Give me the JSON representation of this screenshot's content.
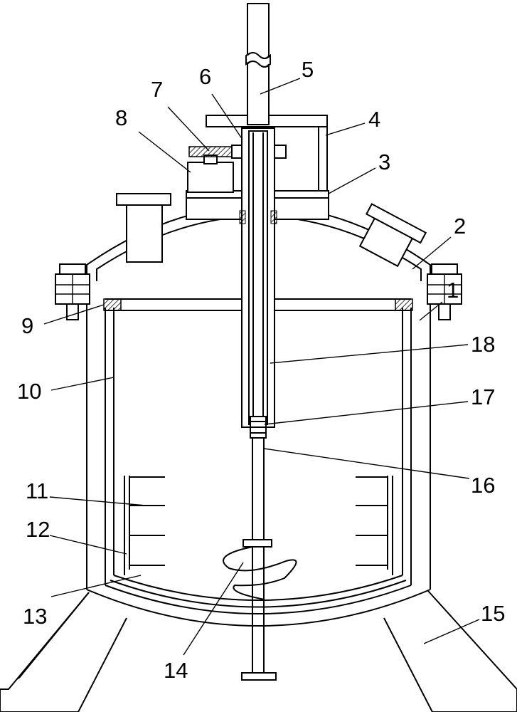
{
  "diagram": {
    "labels": [
      {
        "id": "1",
        "text": "1"
      },
      {
        "id": "2",
        "text": "2"
      },
      {
        "id": "3",
        "text": "3"
      },
      {
        "id": "4",
        "text": "4"
      },
      {
        "id": "5",
        "text": "5"
      },
      {
        "id": "6",
        "text": "6"
      },
      {
        "id": "7",
        "text": "7"
      },
      {
        "id": "8",
        "text": "8"
      },
      {
        "id": "9",
        "text": "9"
      },
      {
        "id": "10",
        "text": "10"
      },
      {
        "id": "11",
        "text": "11"
      },
      {
        "id": "12",
        "text": "12"
      },
      {
        "id": "13",
        "text": "13"
      },
      {
        "id": "14",
        "text": "14"
      },
      {
        "id": "15",
        "text": "15"
      },
      {
        "id": "16",
        "text": "16"
      },
      {
        "id": "17",
        "text": "17"
      },
      {
        "id": "18",
        "text": "18"
      }
    ]
  }
}
